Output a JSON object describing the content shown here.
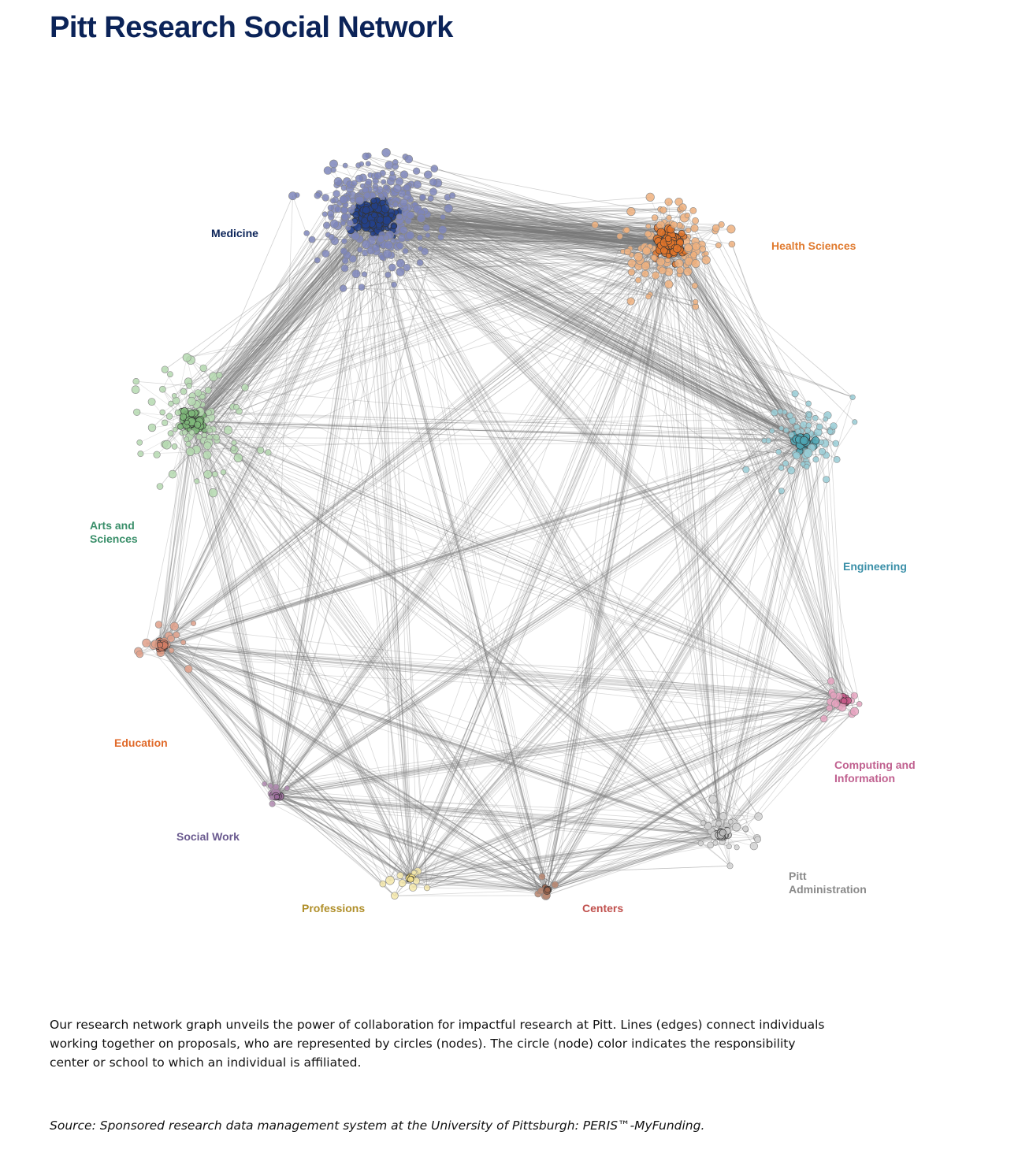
{
  "title": "Pitt Research Social Network",
  "clusters": [
    {
      "id": "medicine",
      "label": [
        "Medicine"
      ],
      "color": "#23418a",
      "light": "#7e86bb",
      "label_color": "#0b2358"
    },
    {
      "id": "health",
      "label": [
        "Health Sciences"
      ],
      "color": "#e0742a",
      "light": "#eeb07e",
      "label_color": "#e07a2e"
    },
    {
      "id": "engineering",
      "label": [
        "Engineering"
      ],
      "color": "#4fa6b4",
      "light": "#98cdd6",
      "label_color": "#3a8fa8"
    },
    {
      "id": "computing",
      "label": [
        "Computing and",
        "Information"
      ],
      "color": "#c95b8a",
      "light": "#e6a3c0",
      "label_color": "#c0608f"
    },
    {
      "id": "admin",
      "label": [
        "Pitt",
        "Administration"
      ],
      "color": "#bdbdbd",
      "light": "#d2d2d2",
      "label_color": "#8a8a8a"
    },
    {
      "id": "centers",
      "label": [
        "Centers"
      ],
      "color": "#a0674f",
      "light": "#b98670",
      "label_color": "#c0504d"
    },
    {
      "id": "professions",
      "label": [
        "Professions"
      ],
      "color": "#f0dc86",
      "light": "#f5e8aa",
      "label_color": "#b08f2a"
    },
    {
      "id": "socialwork",
      "label": [
        "Social Work"
      ],
      "color": "#9a6a9a",
      "light": "#b08ab0",
      "label_color": "#6a5a8f"
    },
    {
      "id": "education",
      "label": [
        "Education"
      ],
      "color": "#d57f66",
      "light": "#e0a08a",
      "label_color": "#e06a2a"
    },
    {
      "id": "arts",
      "label": [
        "Arts and",
        "Sciences"
      ],
      "color": "#7fb97a",
      "light": "#b5d9b0",
      "label_color": "#3a8f6a"
    }
  ],
  "description": "Our research network graph unveils the power of collaboration for impactful research at Pitt. Lines (edges) connect individuals working together on proposals, who are represented by circles (nodes). The circle (node) color indicates the responsibility center or school to which an individual is affiliated.",
  "source": "Source: Sponsored research data management system at the University of Pittsburgh: PERIS™-MyFunding."
}
